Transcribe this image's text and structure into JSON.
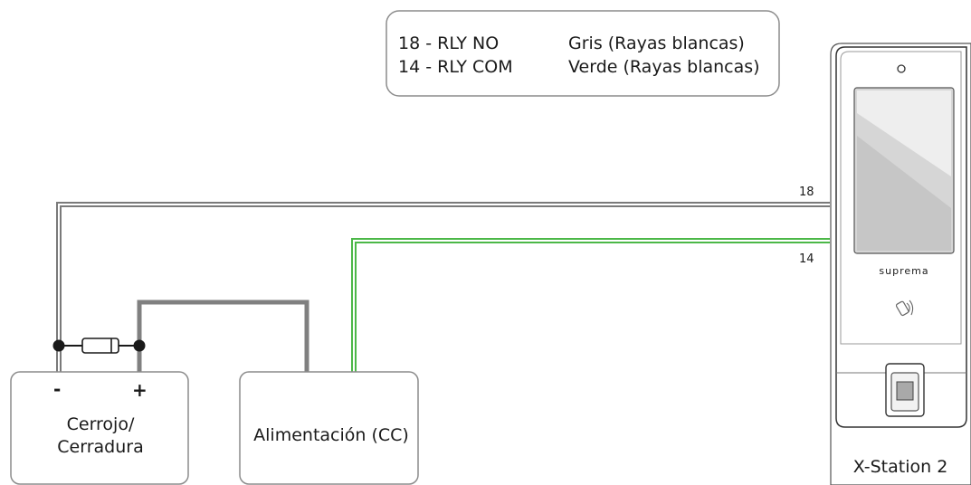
{
  "legend": {
    "rows": [
      {
        "terminal": "18 - RLY NO",
        "color": "Gris (Rayas blancas)"
      },
      {
        "terminal": "14 - RLY COM",
        "color": "Verde (Rayas blancas)"
      }
    ]
  },
  "wires": {
    "label_18": "18",
    "label_14": "14",
    "gray_color": "#7a7a7a",
    "green_color": "#4cb848"
  },
  "lock_box": {
    "minus": "-",
    "plus": "+",
    "line1": "Cerrojo/",
    "line2": "Cerradura"
  },
  "power_box": {
    "label": "Alimentación (CC)"
  },
  "device": {
    "brand": "suprema",
    "name": "X-Station 2"
  }
}
